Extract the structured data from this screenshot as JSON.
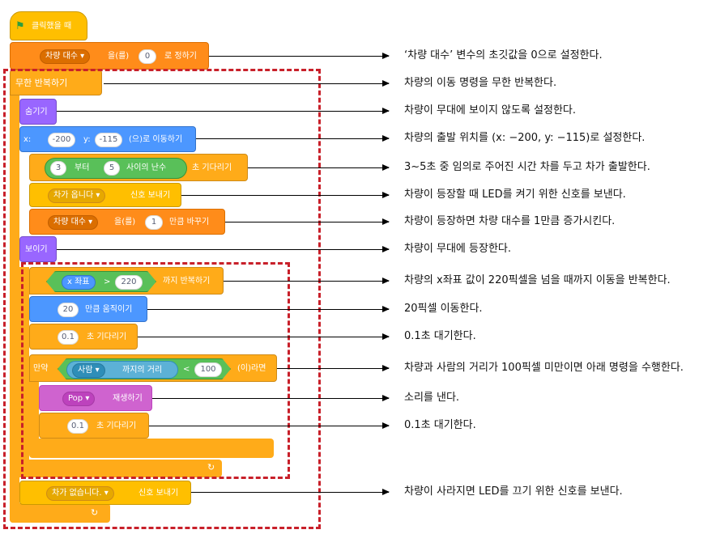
{
  "blocks": {
    "when_flag": "클릭했을 때",
    "set_var": {
      "var": "차량 대수",
      "mid": "을(를)",
      "val": "0",
      "end": "로 정하기"
    },
    "forever": "무한 반복하기",
    "hide": "숨기기",
    "goto": {
      "x_label": "x:",
      "x": "-200",
      "y_label": "y:",
      "y": "-115",
      "end": "(으)로 이동하기"
    },
    "wait_random": {
      "from": "3",
      "mid": "부터",
      "to": "5",
      "between": "사이의 난수",
      "end": "초 기다리기"
    },
    "broadcast1": {
      "msg": "차가 옵니다",
      "end": "신호 보내기"
    },
    "change_var": {
      "var": "차량 대수",
      "mid": "을(를)",
      "val": "1",
      "end": "만큼 바꾸기"
    },
    "show": "보이기",
    "repeat_until": {
      "left": "x 좌표",
      "op": ">",
      "right": "220",
      "end": "까지 반복하기"
    },
    "move": {
      "val": "20",
      "end": "만큼 움직이기"
    },
    "wait1": {
      "val": "0.1",
      "end": "초 기다리기"
    },
    "if": {
      "start": "만약",
      "target": "사람",
      "dist": "까지의 거리",
      "op": "<",
      "val": "100",
      "end": "(이)라면"
    },
    "play_sound": {
      "sound": "Pop",
      "end": "재생하기"
    },
    "wait2": {
      "val": "0.1",
      "end": "초 기다리기"
    },
    "broadcast2": {
      "msg": "차가 없습니다.",
      "end": "신호 보내기"
    }
  },
  "descriptions": [
    "‘차량 대수’ 변수의 초깃값을 0으로 설정한다.",
    "차량의 이동 명령을 무한 반복한다.",
    "차량이 무대에 보이지 않도록 설정한다.",
    "차량의 출발 위치를 (x: −200, y: −115)로 설정한다.",
    "3~5초 중 임의로 주어진 시간 차를 두고 차가 출발한다.",
    "차량이 등장할 때 LED를 켜기 위한 신호를 보낸다.",
    "차량이 등장하면 차량 대수를 1만큼 증가시킨다.",
    "차량이 무대에 등장한다.",
    "차량의 x좌표 값이 220픽셀을 넘을 때까지 이동을 반복한다.",
    "20픽셀 이동한다.",
    "0.1초 대기한다.",
    "차량과 사람의 거리가 100픽셀 미만이면 아래 명령을 수행한다.",
    "소리를 낸다.",
    "0.1초 대기한다.",
    "차량이 사라지면 LED를 끄기 위한 신호를 보낸다."
  ],
  "icons": {
    "flag": "green-flag-icon",
    "loop": "loop-arrow-icon",
    "dropdown": "dropdown-caret-icon"
  },
  "colors": {
    "event": "#ffbf00",
    "variable": "#ff8c1a",
    "control": "#ffab19",
    "looks": "#9966ff",
    "motion": "#4c97ff",
    "sound": "#cf63cf",
    "operator": "#59c059",
    "sensing": "#5cb1d6",
    "highlight": "#c8202a"
  }
}
